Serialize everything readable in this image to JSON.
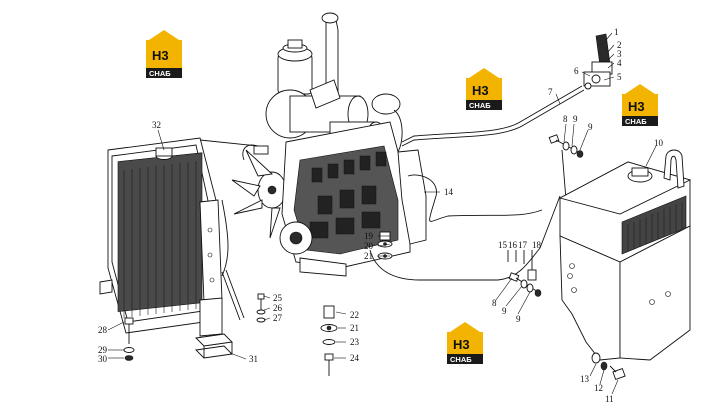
{
  "logo": {
    "mark": "H3",
    "text": "CHAБ",
    "mark_color": "#1a1a1a",
    "accent_color": "#f2b400"
  },
  "callouts": [
    "1",
    "2",
    "3",
    "4",
    "5",
    "6",
    "7",
    "8",
    "9",
    "9",
    "10",
    "14",
    "15",
    "16",
    "17",
    "18",
    "19",
    "20",
    "21",
    "8",
    "9",
    "9",
    "22",
    "21",
    "23",
    "24",
    "25",
    "26",
    "27",
    "28",
    "29",
    "30",
    "31",
    "32",
    "13",
    "12",
    "11"
  ]
}
